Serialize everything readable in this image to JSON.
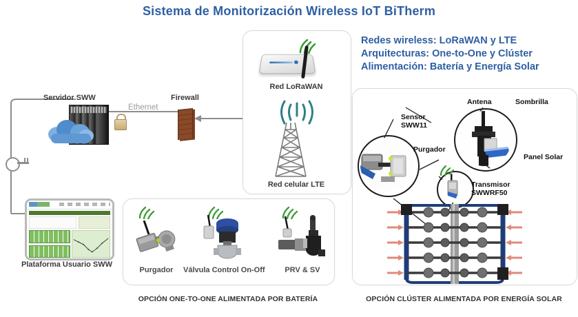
{
  "title": "Sistema de Monitorización Wireless IoT BiTherm",
  "colors": {
    "title_blue": "#2e5fa3",
    "label_dark": "#3a3a3a",
    "wifi_green": "#3f9c35",
    "firewall_brown": "#8a4a27",
    "pipe_blue": "#1f3d7a"
  },
  "features": {
    "lines": [
      "Redes wireless: LoRaWAN y LTE",
      "Arquitecturas: One-to-One y Clúster",
      "Alimentación: Batería y Energía Solar"
    ]
  },
  "network": {
    "server_label": "Servidor SWW",
    "ethernet_label": "Ethernet",
    "firewall_label": "Firewall",
    "platform_label": "Plataforma Usuario SWW",
    "icons": {
      "cloud": "cloud-icon",
      "rack": "server-rack-icon",
      "padlock": "padlock-icon",
      "key": "key-icon",
      "firewall": "brick-wall-icon",
      "tablet": "tablet-dashboard-icon"
    }
  },
  "networks_panel": {
    "lorawan_label": "Red LoRaWAN",
    "lte_label": "Red celular LTE"
  },
  "devices_panel": {
    "caption": "OPCIÓN ONE-TO-ONE ALIMENTADA POR BATERÍA",
    "items": [
      {
        "label": "Purgador"
      },
      {
        "label": "Válvula Control On-Off"
      },
      {
        "label": "PRV & SV"
      }
    ]
  },
  "cluster_panel": {
    "caption": "OPCIÓN CLÚSTER ALIMENTADA POR ENERGÍA SOLAR",
    "callouts": [
      {
        "label_line1": "Sensor",
        "label_line2": "SWW11"
      },
      {
        "label_line1": "Purgador",
        "label_line2": ""
      },
      {
        "label_line1": "Antena",
        "label_line2": ""
      },
      {
        "label_line1": "Sombrilla",
        "label_line2": ""
      },
      {
        "label_line1": "Panel Solar",
        "label_line2": ""
      },
      {
        "label_line1": "Transmisor",
        "label_line2": "SWWRF50"
      }
    ],
    "manifold_rows": 5
  }
}
